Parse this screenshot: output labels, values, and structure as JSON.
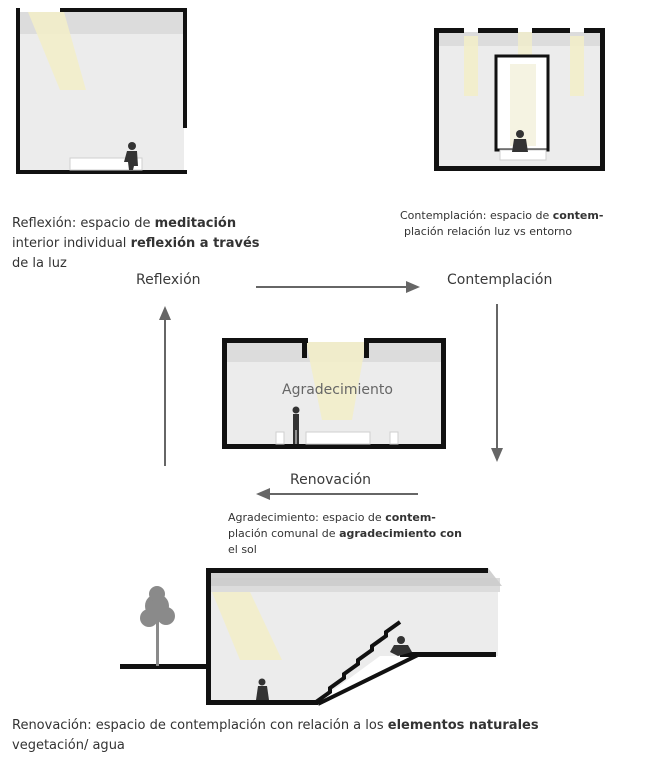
{
  "stages": {
    "reflexion": {
      "title": "Reflexión",
      "desc_lines": [
        "Reflexión: espacio de ",
        "meditación",
        "interior individual ",
        "reflexión a través",
        "de la luz"
      ]
    },
    "contemplacion": {
      "title": "Contemplación",
      "desc_a": "Contemplación: espacio de ",
      "desc_b": "contem-",
      "desc_c": "plación relación luz vs entorno"
    },
    "agradecimiento": {
      "title": "Agradecimiento",
      "desc_a": "Agradecimiento: espacio de ",
      "desc_b": "contem-",
      "desc_c": "plación comunal de ",
      "desc_d": "agradecimiento con",
      "desc_e": "el sol"
    },
    "renovacion": {
      "title": "Renovación",
      "desc_a": "Renovación: espacio de contemplación con relación a los ",
      "desc_b": "elementos naturales",
      "desc_c": "vegetación/ agua"
    }
  },
  "colors": {
    "wall": "#111111",
    "interior": "#e8e8e8",
    "light": "#f3efc8",
    "arrow": "#666666",
    "tree": "#8a8a8a"
  }
}
